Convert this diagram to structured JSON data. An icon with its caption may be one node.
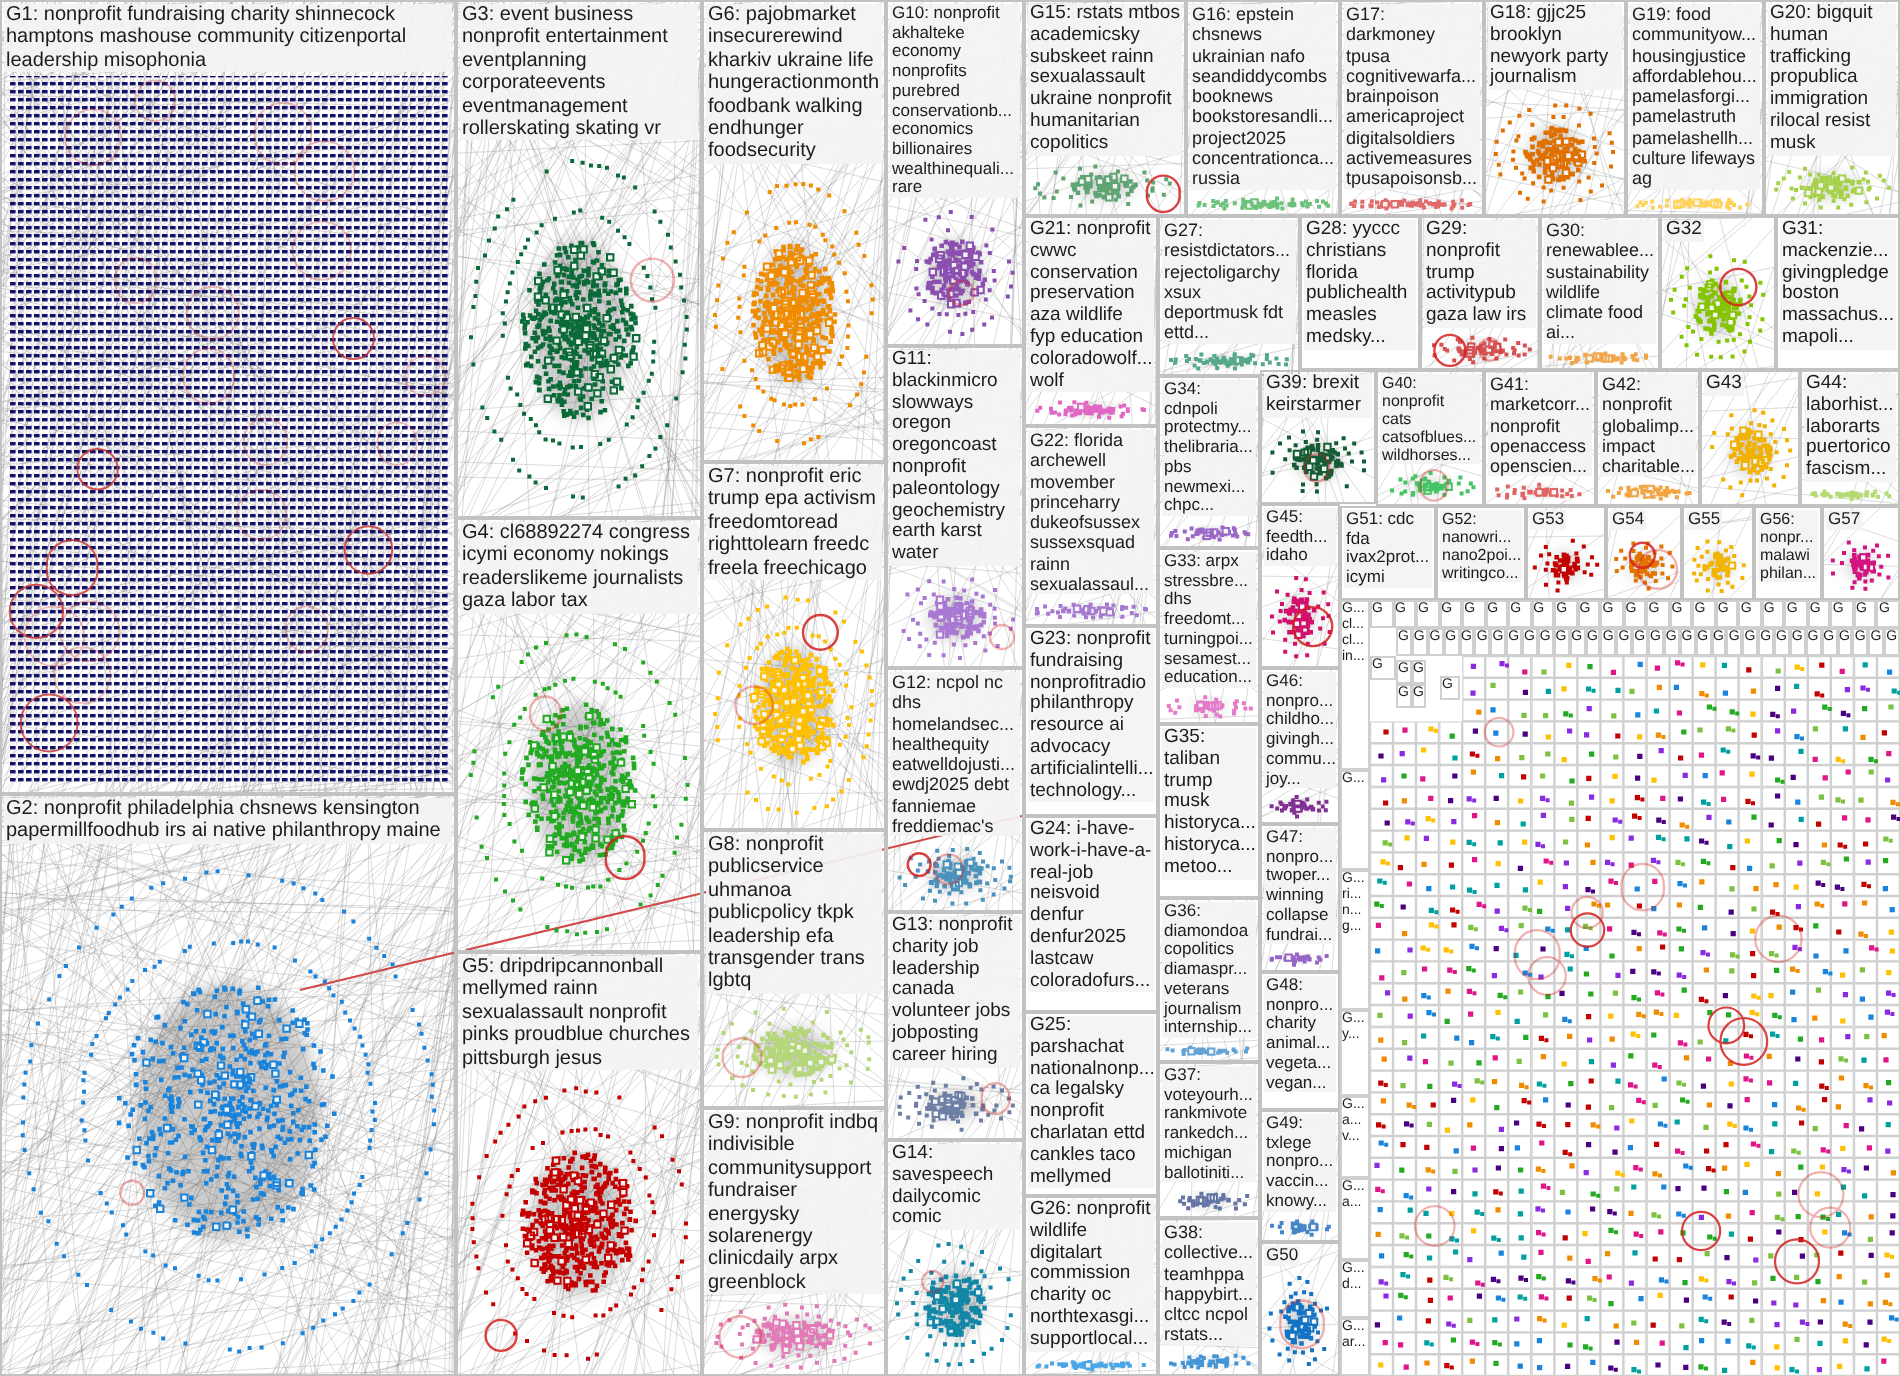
{
  "diagram": {
    "nodes": [
      {
        "text": [
          "G1: nonprofit fundraising charity shinnecock hamptons mashouse community citizenportal leadership misophonia"
        ]
      },
      {
        "text": [
          "G2: nonprofit philadelphia chsnews kensington papermillfoodhub irs ai native philanthropy maine"
        ]
      },
      {
        "text": [
          "G3: event business nonprofit entertainment eventplanning corporateevents eventmanagement rollerskating skating vr"
        ]
      },
      {
        "text": [
          "G4: cl68892274 congress icymi economy nokings readerslikeme journalists gaza labor tax"
        ]
      },
      {
        "text": [
          "G5: dripdripcannonball mellymed rainn sexualassault nonprofit pinks proudblue churches pittsburgh jesus"
        ]
      },
      {
        "text": [
          "G6: pajobmarket insecurerewind kharkiv ukraine life hungeractionmonth foodbank walking endhunger foodsecurity"
        ]
      },
      {
        "text": [
          "G7: nonprofit eric trump epa activism freedomtoread righttolearn freedc freela freechicago"
        ]
      },
      {
        "text": [
          "G8: nonprofit publicservice uhmanoa publicpolicy tkpk leadership efa transgender trans lgbtq"
        ]
      },
      {
        "text": [
          "G9: nonprofit indbq indivisible communitysupport fundraiser energysky solarenergy clinicdaily arpx greenblock"
        ]
      },
      {
        "text": [
          "G10: nonprofit akhalteke economy nonprofits purebred conservationb... economics billionaires wealthinequali... rare"
        ]
      },
      {
        "text": [
          "G11: blackinmicro slowways oregon oregoncoast nonprofit paleontology geochemistry earth karst water"
        ]
      },
      {
        "text": [
          "G12: ncpol nc dhs homelandsec... healthequity eatwelldojusti... ewdj2025 debt fanniemae freddiemac's"
        ]
      },
      {
        "text": [
          "G13: nonprofit charity job leadership canada volunteer jobs jobposting career hiring"
        ]
      },
      {
        "text": [
          "G14: savespeech dailycomic comic"
        ]
      },
      {
        "text": [
          "G15: rstats mtbos academicsky subskeet rainn sexualassault ukraine nonprofit humanitarian copolitics"
        ]
      },
      {
        "text": [
          "G16: epstein chsnews ukrainian nafo seandiddycombs booknews bookstoresandli... project2025 concentrationca... russia"
        ]
      },
      {
        "text": [
          "G17: darkmoney tpusa cognitivewarfa... brainpoison americaproject digitalsoldiers activemeasures tpusapoisonsb..."
        ]
      },
      {
        "text": [
          "G18: gjjc25 brooklyn newyork party journalism"
        ]
      },
      {
        "text": [
          "G19: food communityow... housingjustice affordablehou... pamelasforgi... pamelastruth pamelashellh... culture lifeways ag"
        ]
      },
      {
        "text": [
          "G20: bigquit human trafficking propublica immigration rilocal resist musk"
        ]
      },
      {
        "text": [
          "G21: nonprofit cwwc conservation preservation aza wildlife fyp education coloradowolf... wolf"
        ]
      },
      {
        "text": [
          "G22: florida archewell movember princeharry dukeofsussex sussexsquad rainn sexualassaul..."
        ]
      },
      {
        "text": [
          "G23: nonprofit fundraising nonprofitradio philanthropy resource ai advocacy artificialintelli... technology..."
        ]
      },
      {
        "text": [
          "G24: i-have-work-i-have-a-real-job neisvoid denfur denfur2025 lastcaw coloradofurs..."
        ]
      },
      {
        "text": [
          "G25: parshachat nationalnonp... ca legalsky nonprofit charlatan ettd cankles taco mellymed"
        ]
      },
      {
        "text": [
          "G26: nonprofit wildlife digitalart commission charity oc northtexasgi... supportlocal..."
        ]
      },
      {
        "text": [
          "G27: resistdictators... rejectoligarchy xsux deportmusk fdt ettd..."
        ]
      },
      {
        "text": [
          "G28: yyccc christians florida publichealth measles medsky..."
        ]
      },
      {
        "text": [
          "G29: nonprofit trump activitypub gaza law irs"
        ]
      },
      {
        "text": [
          "G30: renewablee... sustainability wildlife climate food ai..."
        ]
      },
      {
        "text": [
          "G31: mackenzie... givingpledge boston massachus... mapoli..."
        ]
      },
      {
        "text": [
          "G32"
        ]
      },
      {
        "text": [
          "G33: arpx stressbre... dhs freedomt... turningpoi... sesamest... education..."
        ]
      },
      {
        "text": [
          "G34: cdnpoli protectmy... thelibraria... pbs newmexi... chpc..."
        ]
      },
      {
        "text": [
          "G35: taliban trump musk historyca... historyca... metoo..."
        ]
      },
      {
        "text": [
          "G36: diamondoa copolitics diamaspr... veterans journalism internship..."
        ]
      },
      {
        "text": [
          "G37: voteyourh... rankmivote rankedch... michigan ballotiniti..."
        ]
      },
      {
        "text": [
          "G38: collective... teamhppa happybirt... cltcc ncpol rstats..."
        ]
      },
      {
        "text": [
          "G39: brexit keirstarmer"
        ]
      },
      {
        "text": [
          "G40: nonprofit cats catsofblues... wildhorses..."
        ]
      },
      {
        "text": [
          "G41: marketcorr... nonprofit openaccess openscien..."
        ]
      },
      {
        "text": [
          "G42: nonprofit globalimp... impact charitable..."
        ]
      },
      {
        "text": [
          "G43"
        ]
      },
      {
        "text": [
          "G44: laborhist... laborarts puertorico fascism..."
        ]
      },
      {
        "text": [
          "G45: feedth... idaho"
        ]
      },
      {
        "text": [
          "G46: nonpro... childho... givingh... commu... joy..."
        ]
      },
      {
        "text": [
          "G47: nonpro... twoper... winning collapse fundrai..."
        ]
      },
      {
        "text": [
          "G48: nonpro... charity animal... vegeta... vegan..."
        ]
      },
      {
        "text": [
          "G49: txlege nonpro... vaccin... knowy..."
        ]
      },
      {
        "text": [
          "G50"
        ]
      },
      {
        "text": [
          "G51: cdc fda ivax2prot... icymi"
        ]
      },
      {
        "text": [
          "G52: nanowri... nano2poi... writingco..."
        ]
      },
      {
        "text": [
          "G53"
        ]
      },
      {
        "text": [
          "G54"
        ]
      },
      {
        "text": [
          "G55"
        ]
      },
      {
        "text": [
          "G56: nonpr... malawi philan..."
        ]
      },
      {
        "text": [
          "G57"
        ]
      },
      {
        "text": [
          "G... cl... cl... in..."
        ]
      },
      {
        "text": [
          "G..."
        ]
      },
      {
        "text": [
          "G... ri... n... g..."
        ]
      },
      {
        "text": [
          "G... y..."
        ]
      },
      {
        "text": [
          "G... a... v..."
        ]
      },
      {
        "text": [
          "G... a..."
        ]
      },
      {
        "text": [
          "G... d..."
        ]
      },
      {
        "text": [
          "G... ar..."
        ]
      },
      {
        "text": [
          "G"
        ]
      },
      {
        "text": [
          "G"
        ]
      },
      {
        "text": [
          "G"
        ]
      },
      {
        "text": [
          "G"
        ]
      },
      {
        "text": [
          "G"
        ]
      },
      {
        "text": [
          "G"
        ]
      },
      {
        "text": [
          "G"
        ]
      },
      {
        "text": [
          "G"
        ]
      },
      {
        "text": [
          "G"
        ]
      },
      {
        "text": [
          "G"
        ]
      },
      {
        "text": [
          "G"
        ]
      },
      {
        "text": [
          "G"
        ]
      },
      {
        "text": [
          "G"
        ]
      },
      {
        "text": [
          "G"
        ]
      },
      {
        "text": [
          "G"
        ]
      },
      {
        "text": [
          "G"
        ]
      },
      {
        "text": [
          "G"
        ]
      },
      {
        "text": [
          "G"
        ]
      },
      {
        "text": [
          "G"
        ]
      },
      {
        "text": [
          "G"
        ]
      },
      {
        "text": [
          "G"
        ]
      },
      {
        "text": [
          "G"
        ]
      },
      {
        "text": [
          "G"
        ]
      },
      {
        "text": [
          "G"
        ]
      },
      {
        "text": [
          "G"
        ]
      },
      {
        "text": [
          "G"
        ]
      },
      {
        "text": [
          "G"
        ]
      },
      {
        "text": [
          "G"
        ]
      },
      {
        "text": [
          "G"
        ]
      },
      {
        "text": [
          "G"
        ]
      },
      {
        "text": [
          "G"
        ]
      },
      {
        "text": [
          "G"
        ]
      },
      {
        "text": [
          "G"
        ]
      },
      {
        "text": [
          "G"
        ]
      },
      {
        "text": [
          "G"
        ]
      },
      {
        "text": [
          "G"
        ]
      },
      {
        "text": [
          "G"
        ]
      },
      {
        "text": [
          "G"
        ]
      },
      {
        "text": [
          "G"
        ]
      },
      {
        "text": [
          "G"
        ]
      },
      {
        "text": [
          "G"
        ]
      },
      {
        "text": [
          "G"
        ]
      },
      {
        "text": [
          "G"
        ]
      },
      {
        "text": [
          "G"
        ]
      },
      {
        "text": [
          "G"
        ]
      },
      {
        "text": [
          "G"
        ]
      },
      {
        "text": [
          "G"
        ]
      },
      {
        "text": [
          "G"
        ]
      },
      {
        "text": [
          "G"
        ]
      },
      {
        "text": [
          "G"
        ]
      },
      {
        "text": [
          "G"
        ]
      },
      {
        "text": [
          "G"
        ]
      },
      {
        "text": [
          "G"
        ]
      },
      {
        "text": [
          "G"
        ]
      },
      {
        "text": [
          "G"
        ]
      },
      {
        "text": [
          "G"
        ]
      },
      {
        "text": [
          "G"
        ]
      },
      {
        "text": [
          "G"
        ]
      },
      {
        "text": [
          "G"
        ]
      },
      {
        "text": [
          "G"
        ]
      },
      {
        "text": [
          "G"
        ]
      }
    ]
  }
}
